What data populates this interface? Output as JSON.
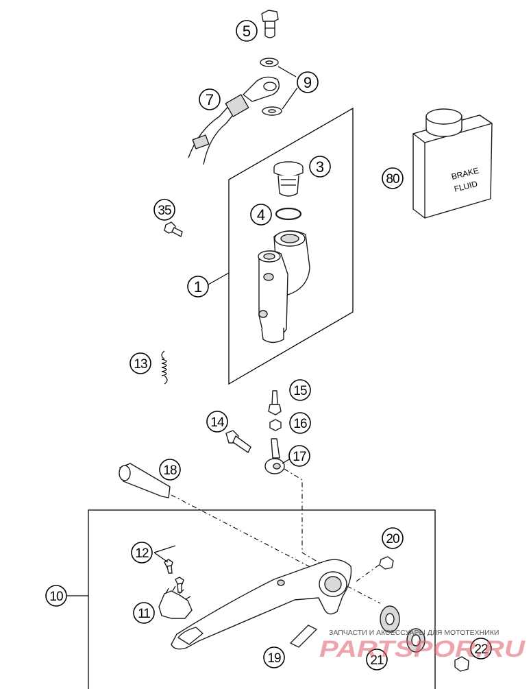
{
  "callouts": {
    "c1": "1",
    "c3": "3",
    "c4": "4",
    "c5": "5",
    "c7": "7",
    "c9": "9",
    "c10": "10",
    "c11": "11",
    "c12": "12",
    "c13": "13",
    "c14": "14",
    "c15": "15",
    "c16": "16",
    "c17": "17",
    "c18": "18",
    "c19": "19",
    "c20": "20",
    "c21": "21",
    "c22": "22",
    "c35": "35",
    "c80": "80"
  },
  "fluid_can": {
    "line1": "BRAKE",
    "line2": "FLUID"
  },
  "watermark": {
    "text": "ЗАПЧАСТИ И АКСЕССУАРЫ ДЛЯ МОТОТЕХНИКИ",
    "logo": "PARTSPOR.RU"
  }
}
